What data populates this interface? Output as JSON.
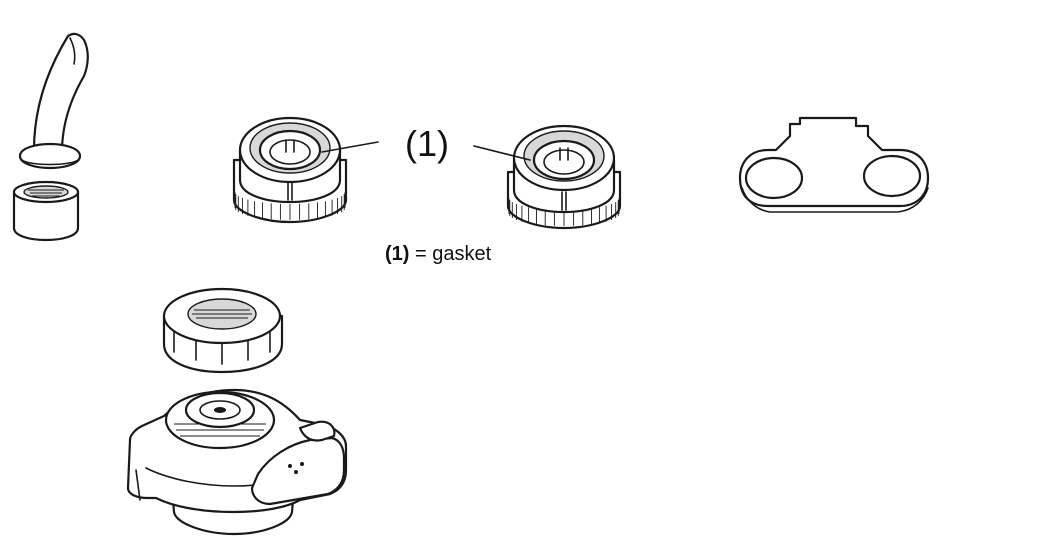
{
  "callout": {
    "number": "(1)"
  },
  "legend": {
    "key": "(1)",
    "text": " = gasket"
  },
  "icons": {
    "tube": "curved-tube-with-collar-icon",
    "threaded_nut": "threaded-nut-icon",
    "union_nut_left": "union-nut-with-gasket-icon",
    "union_nut_right": "union-nut-with-gasket-icon",
    "mounting_plate": "double-hole-mounting-plate-icon",
    "cap_nut": "knurled-cap-nut-icon",
    "pump_housing": "pump-housing-base-icon"
  }
}
